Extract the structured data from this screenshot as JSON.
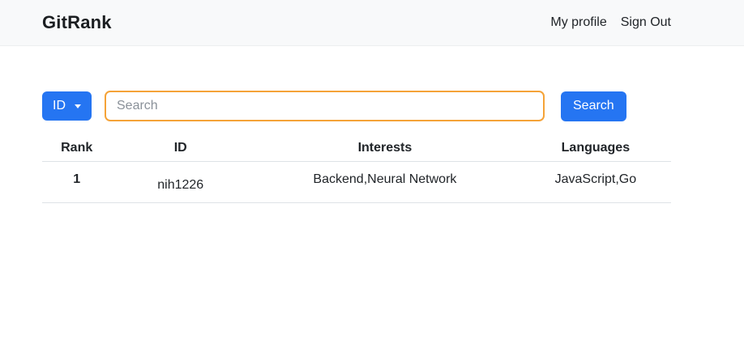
{
  "header": {
    "brand": "GitRank",
    "nav": [
      "My profile",
      "Sign Out"
    ]
  },
  "search": {
    "filter_label": "ID",
    "placeholder": "Search",
    "input_value": "",
    "button_label": "Search"
  },
  "table": {
    "columns": [
      "Rank",
      "ID",
      "Interests",
      "Languages"
    ],
    "rows": [
      {
        "rank": "1",
        "id": "nih1226",
        "interests": "Backend,Neural Network",
        "languages": "JavaScript,Go"
      }
    ]
  },
  "icons": {
    "dropdown_caret": "caret-down-icon"
  },
  "colors": {
    "primary_blue": "#2575f2",
    "input_focus_border": "#f5a338",
    "header_bg": "#f8f9fa",
    "table_border": "#dee2e6",
    "text": "#212529",
    "placeholder": "#8a9199"
  }
}
